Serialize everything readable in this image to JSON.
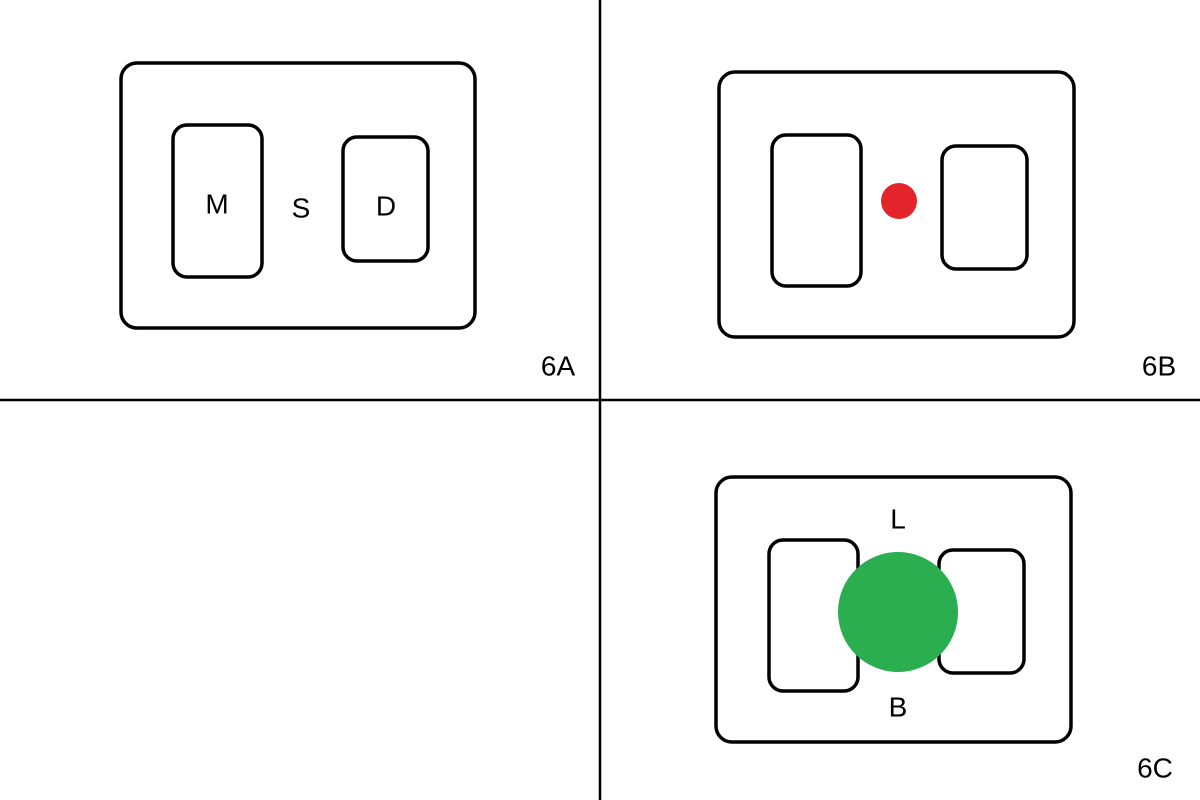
{
  "panels": {
    "a": {
      "label": "6A",
      "left_box": "M",
      "middle": "S",
      "right_box": "D"
    },
    "b": {
      "label": "6B",
      "dot_color": "#e3242b"
    },
    "c": {
      "label": "6C",
      "top": "L",
      "bottom": "B",
      "circle_color": "#2aae4f"
    }
  }
}
